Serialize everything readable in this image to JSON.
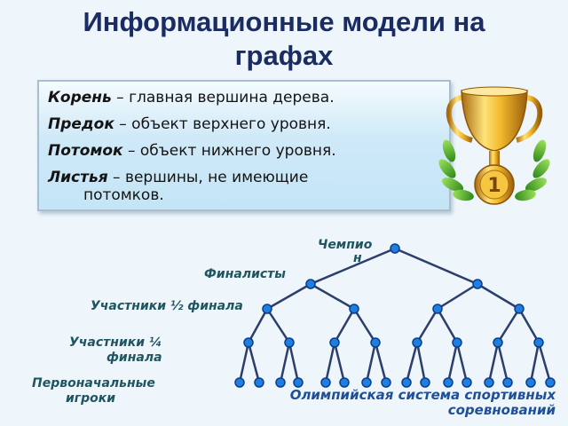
{
  "slide": {
    "title_line1": "Информационные модели на",
    "title_line2": "графах"
  },
  "definitions": [
    {
      "term": "Корень",
      "text": " – главная вершина дерева."
    },
    {
      "term": "Предок",
      "text": " – объект верхнего уровня."
    },
    {
      "term": "Потомок",
      "text": " – объект нижнего уровня."
    },
    {
      "term": "Листья",
      "text": " – вершины, не имеющие",
      "continuation": "потомков."
    }
  ],
  "tree": {
    "levels": [
      {
        "label_line1": "Чемпио",
        "label_line2": "н",
        "nodes": 1
      },
      {
        "label_line1": "Финалисты",
        "nodes": 2
      },
      {
        "label_line1": "Участники ½ финала",
        "nodes": 4
      },
      {
        "label_line1": "Участники ¼",
        "label_line2": "финала",
        "nodes": 8
      },
      {
        "label_line1": "Первоначальные",
        "label_line2": "игроки",
        "nodes": 16
      }
    ],
    "node_color": "#1f7fe0",
    "edge_color": "#2c3e6b"
  },
  "caption": {
    "line1": "Олимпийская система спортивных",
    "line2": "соревнований"
  },
  "trophy_icon": "trophy-cup-icon"
}
